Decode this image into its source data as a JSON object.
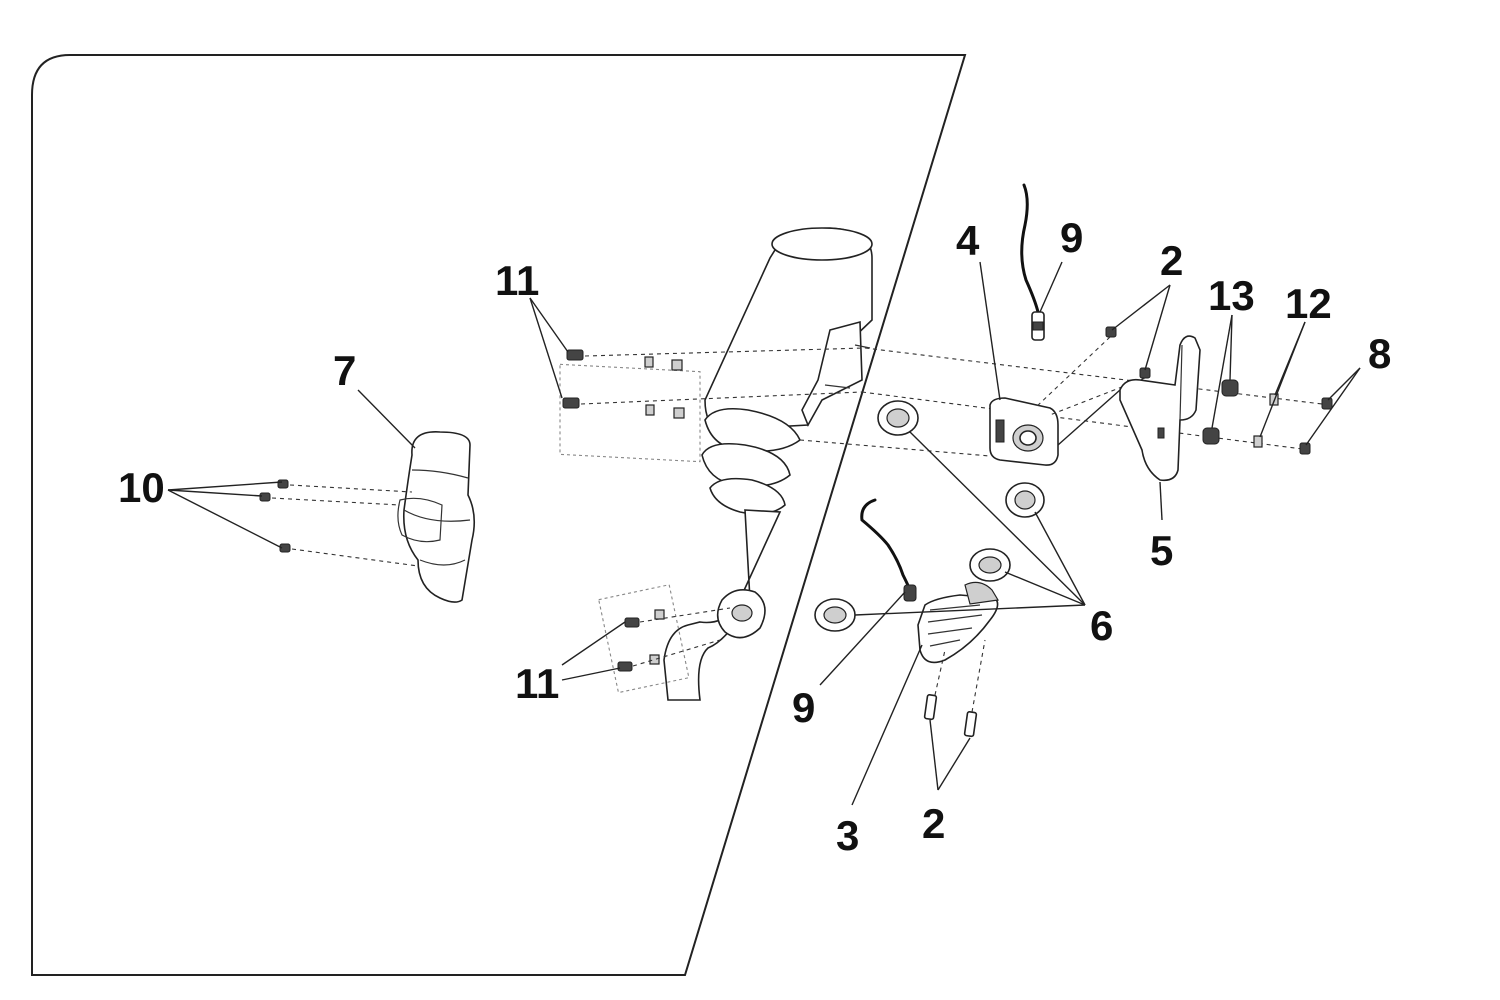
{
  "callouts": {
    "c7": "7",
    "c10": "10",
    "c11_top": "11",
    "c11_bottom": "11",
    "c4": "4",
    "c9_top": "9",
    "c9_bottom": "9",
    "c2_top": "2",
    "c2_bottom": "2",
    "c13": "13",
    "c12": "12",
    "c8": "8",
    "c5": "5",
    "c6": "6",
    "c3": "3"
  }
}
